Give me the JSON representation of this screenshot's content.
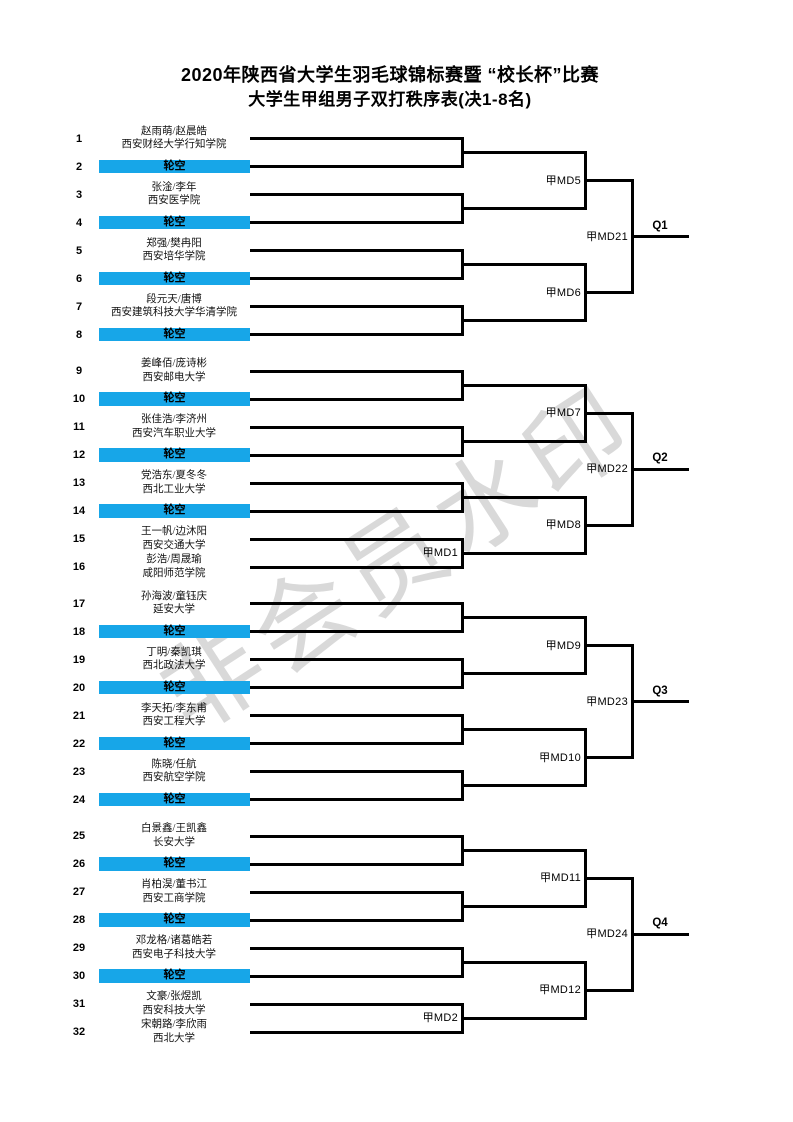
{
  "page": {
    "title": "2020年陕西省大学生羽毛球锦标赛暨 “校长杯”比赛",
    "subtitle": "大学生甲组男子双打秩序表(决1-8名)",
    "watermark": "非会员水印"
  },
  "colors": {
    "bye_bar": "#17a6e8",
    "line": "#000000",
    "watermark": "#d9d9d9"
  },
  "bracket": {
    "bye_label": "轮空",
    "entries": [
      {
        "seed": "1",
        "players": "赵雨萌/赵晨皓",
        "school": "西安财经大学行知学院"
      },
      {
        "seed": "2",
        "bye": true
      },
      {
        "seed": "3",
        "players": "张淦/李年",
        "school": "西安医学院"
      },
      {
        "seed": "4",
        "bye": true
      },
      {
        "seed": "5",
        "players": "郑强/樊冉阳",
        "school": "西安培华学院"
      },
      {
        "seed": "6",
        "bye": true
      },
      {
        "seed": "7",
        "players": "段元天/唐博",
        "school": "西安建筑科技大学华清学院"
      },
      {
        "seed": "8",
        "bye": true
      },
      {
        "seed": "9",
        "players": "姜峰佰/庞诗彬",
        "school": "西安邮电大学"
      },
      {
        "seed": "10",
        "bye": true
      },
      {
        "seed": "11",
        "players": "张佳浩/李济州",
        "school": "西安汽车职业大学"
      },
      {
        "seed": "12",
        "bye": true
      },
      {
        "seed": "13",
        "players": "党浩东/夏冬冬",
        "school": "西北工业大学"
      },
      {
        "seed": "14",
        "bye": true
      },
      {
        "seed": "15",
        "players": "王一帆/边沐阳",
        "school": "西安交通大学"
      },
      {
        "seed": "16",
        "players": "彭浩/周晟瑜",
        "school": "咸阳师范学院"
      },
      {
        "seed": "17",
        "players": "孙海波/童钰庆",
        "school": "延安大学"
      },
      {
        "seed": "18",
        "bye": true
      },
      {
        "seed": "19",
        "players": "丁明/秦凯琪",
        "school": "西北政法大学"
      },
      {
        "seed": "20",
        "bye": true
      },
      {
        "seed": "21",
        "players": "李天拓/李东甫",
        "school": "西安工程大学"
      },
      {
        "seed": "22",
        "bye": true
      },
      {
        "seed": "23",
        "players": "陈晓/任航",
        "school": "西安航空学院"
      },
      {
        "seed": "24",
        "bye": true
      },
      {
        "seed": "25",
        "players": "白景鑫/王凯鑫",
        "school": "长安大学"
      },
      {
        "seed": "26",
        "bye": true
      },
      {
        "seed": "27",
        "players": "肖柏淏/董书江",
        "school": "西安工商学院"
      },
      {
        "seed": "28",
        "bye": true
      },
      {
        "seed": "29",
        "players": "邓龙格/诸葛皓若",
        "school": "西安电子科技大学"
      },
      {
        "seed": "30",
        "bye": true
      },
      {
        "seed": "31",
        "players": "文豪/张煜凯",
        "school": "西安科技大学"
      },
      {
        "seed": "32",
        "players": "宋朝路/李欣雨",
        "school": "西北大学"
      }
    ],
    "round1_match_labels": [
      {
        "label": "甲MD1",
        "pair": 7
      },
      {
        "label": "甲MD2",
        "pair": 15
      }
    ],
    "round2_match_labels": [
      "甲MD5",
      "甲MD6",
      "甲MD7",
      "甲MD8",
      "甲MD9",
      "甲MD10",
      "甲MD11",
      "甲MD12"
    ],
    "round3_match_labels": [
      "甲MD21",
      "甲MD22",
      "甲MD23",
      "甲MD24"
    ],
    "qualifier_labels": [
      "Q1",
      "Q2",
      "Q3",
      "Q4"
    ]
  }
}
